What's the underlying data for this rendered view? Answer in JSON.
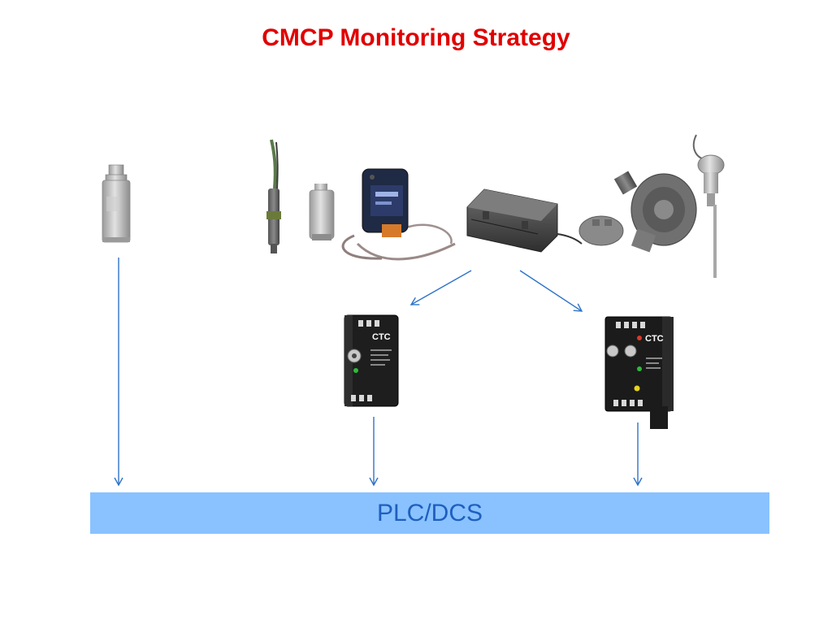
{
  "slide": {
    "title": "CMCP Monitoring Strategy",
    "title_color": "#e00000"
  },
  "bus": {
    "label": "PLC/DCS",
    "fill_color": "#89c2ff",
    "text_color": "#1f5fbf"
  },
  "arrow_color": "#2f73c8",
  "devices": {
    "accelerometer_a": {
      "icon": "accelerometer-sensor"
    },
    "proximity_probe": {
      "icon": "proximity-probe-sensor"
    },
    "accelerometer_b": {
      "icon": "accelerometer-sensor"
    },
    "loop_powered_sensor": {
      "icon": "cabled-transmitter-sensor"
    },
    "junction_box": {
      "icon": "junction-box"
    },
    "rtd_housing": {
      "icon": "rtd-junction-housing"
    },
    "thermocouple": {
      "icon": "thermocouple-probe"
    },
    "transmitter_basic": {
      "icon": "din-rail-transmitter",
      "brand": "CTC"
    },
    "transmitter_advanced": {
      "icon": "din-rail-transmitter",
      "brand": "CTC"
    }
  }
}
